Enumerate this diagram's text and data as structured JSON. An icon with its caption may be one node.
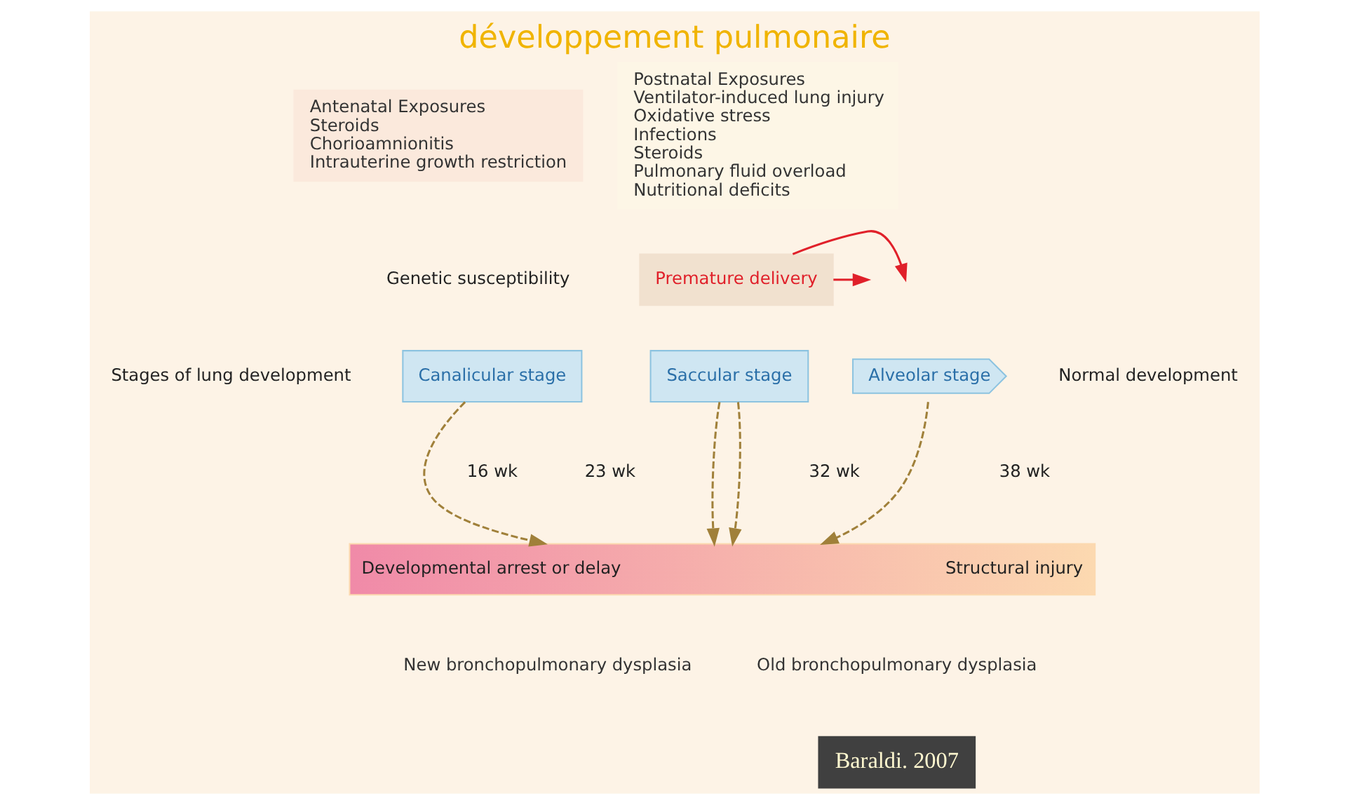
{
  "diagram": {
    "title": "développement pulmonaire",
    "caption": "Baraldi. 2007",
    "nodes": [
      {
        "text": [
          "Antenatal Exposures",
          "Steroids",
          "Chorioamnionitis",
          "Intrauterine growth restriction"
        ]
      },
      {
        "text": [
          "Genetic susceptibility"
        ]
      },
      {
        "text": [
          "Premature delivery"
        ]
      },
      {
        "text": [
          "Postnatal Exposures",
          "Ventilator-induced lung injury",
          "Oxidative stress",
          "Infections",
          "Steroids",
          "Pulmonary fluid overload",
          "Nutritional deficits"
        ]
      },
      {
        "text": [
          "Stages of lung development"
        ]
      },
      {
        "text": [
          "Canalicular stage"
        ]
      },
      {
        "text": [
          "Saccular stage"
        ]
      },
      {
        "text": [
          "Alveolar stage"
        ]
      },
      {
        "text": [
          "Normal development"
        ]
      },
      {
        "text": [
          "Developmental arrest or delay",
          "Structural injury"
        ]
      },
      {
        "text": [
          "New bronchopulmonary dysplasia"
        ]
      },
      {
        "text": [
          "Old bronchopulmonary dysplasia"
        ]
      }
    ],
    "edges": [
      {
        "from": 2,
        "to": null,
        "arrow": "to",
        "color": "#e0202a"
      },
      {
        "from": 2,
        "to": null,
        "arrow": "to",
        "color": "#e0202a"
      },
      {
        "from": 5,
        "to": 9,
        "arrow": "to",
        "style": "dashed"
      },
      {
        "from": 6,
        "to": 9,
        "arrow": "to",
        "style": "dashed"
      },
      {
        "from": 6,
        "to": 9,
        "arrow": "to",
        "style": "dashed"
      },
      {
        "from": 7,
        "to": 9,
        "arrow": "to",
        "style": "dashed"
      }
    ],
    "labels": [
      "16 wk",
      "23 wk",
      "32 wk",
      "38 wk"
    ]
  }
}
